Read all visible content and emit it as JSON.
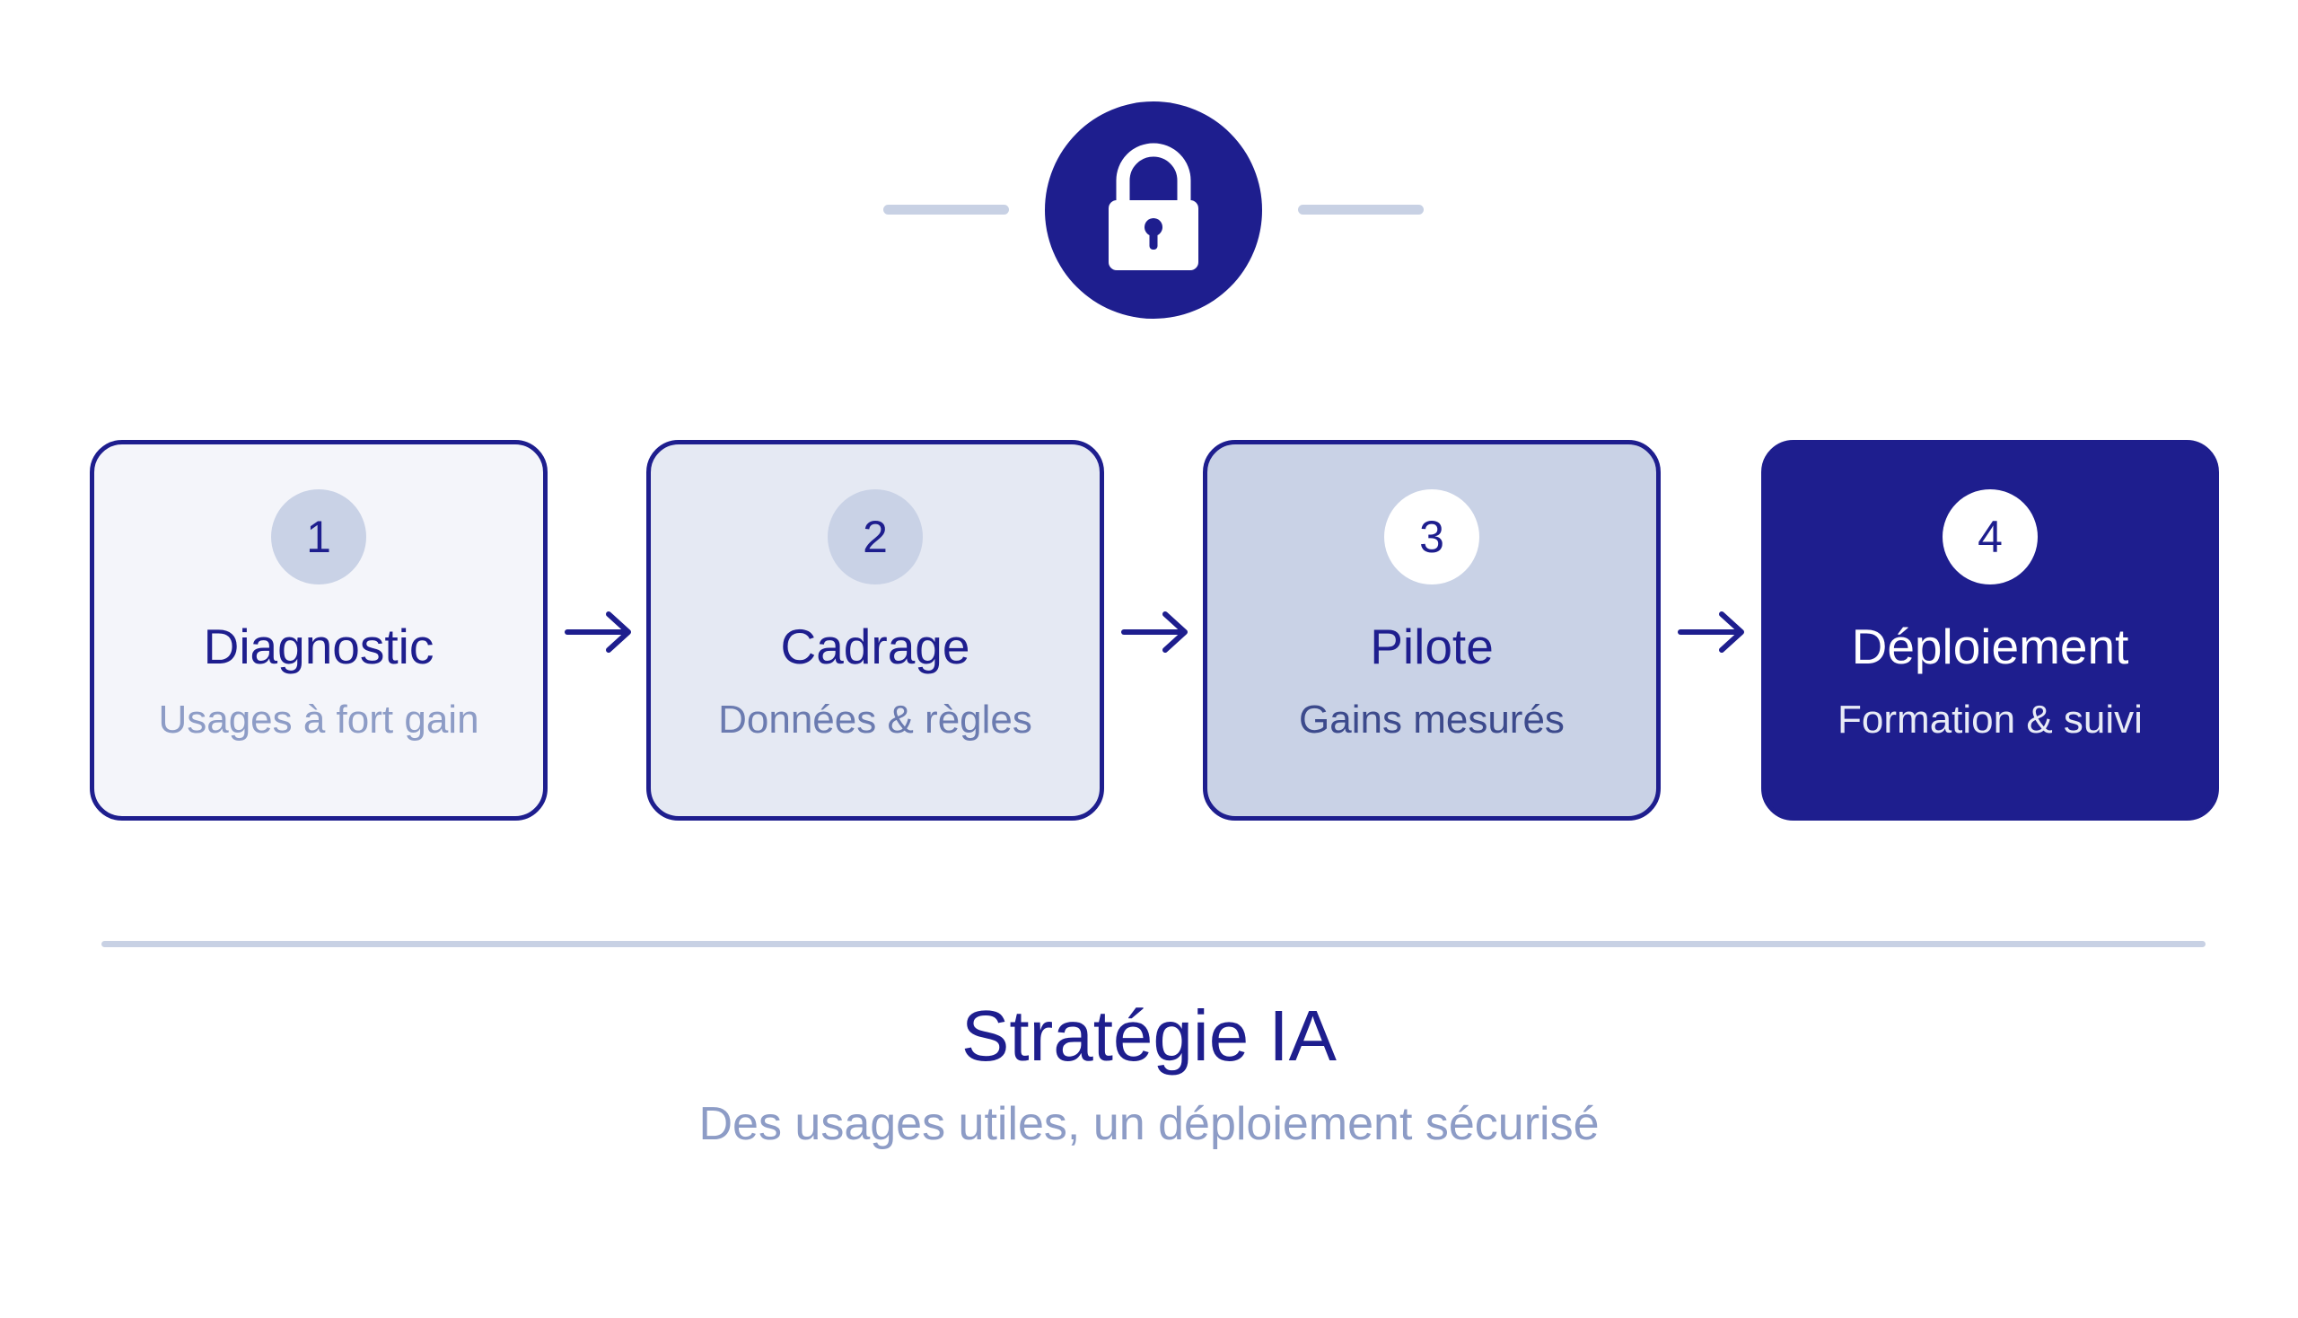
{
  "header": {
    "icon": "lock-icon"
  },
  "colors": {
    "navy": "#1e1e8e",
    "light_line": "#c8d1e4",
    "muted_text": "#8d9cc6",
    "step1_bg": "#f4f5fa",
    "step2_bg": "#e5e9f3",
    "step3_bg": "#c9d2e6",
    "step4_bg": "#1e1e8e"
  },
  "steps": [
    {
      "number": "1",
      "title": "Diagnostic",
      "subtitle": "Usages à fort gain"
    },
    {
      "number": "2",
      "title": "Cadrage",
      "subtitle": "Données & règles"
    },
    {
      "number": "3",
      "title": "Pilote",
      "subtitle": "Gains mesurés"
    },
    {
      "number": "4",
      "title": "Déploiement",
      "subtitle": "Formation & suivi"
    }
  ],
  "connectors": [
    "arrow-right-icon",
    "arrow-right-icon",
    "arrow-right-icon"
  ],
  "footer": {
    "title": "Stratégie IA",
    "subtitle": "Des usages utiles, un déploiement sécurisé"
  }
}
